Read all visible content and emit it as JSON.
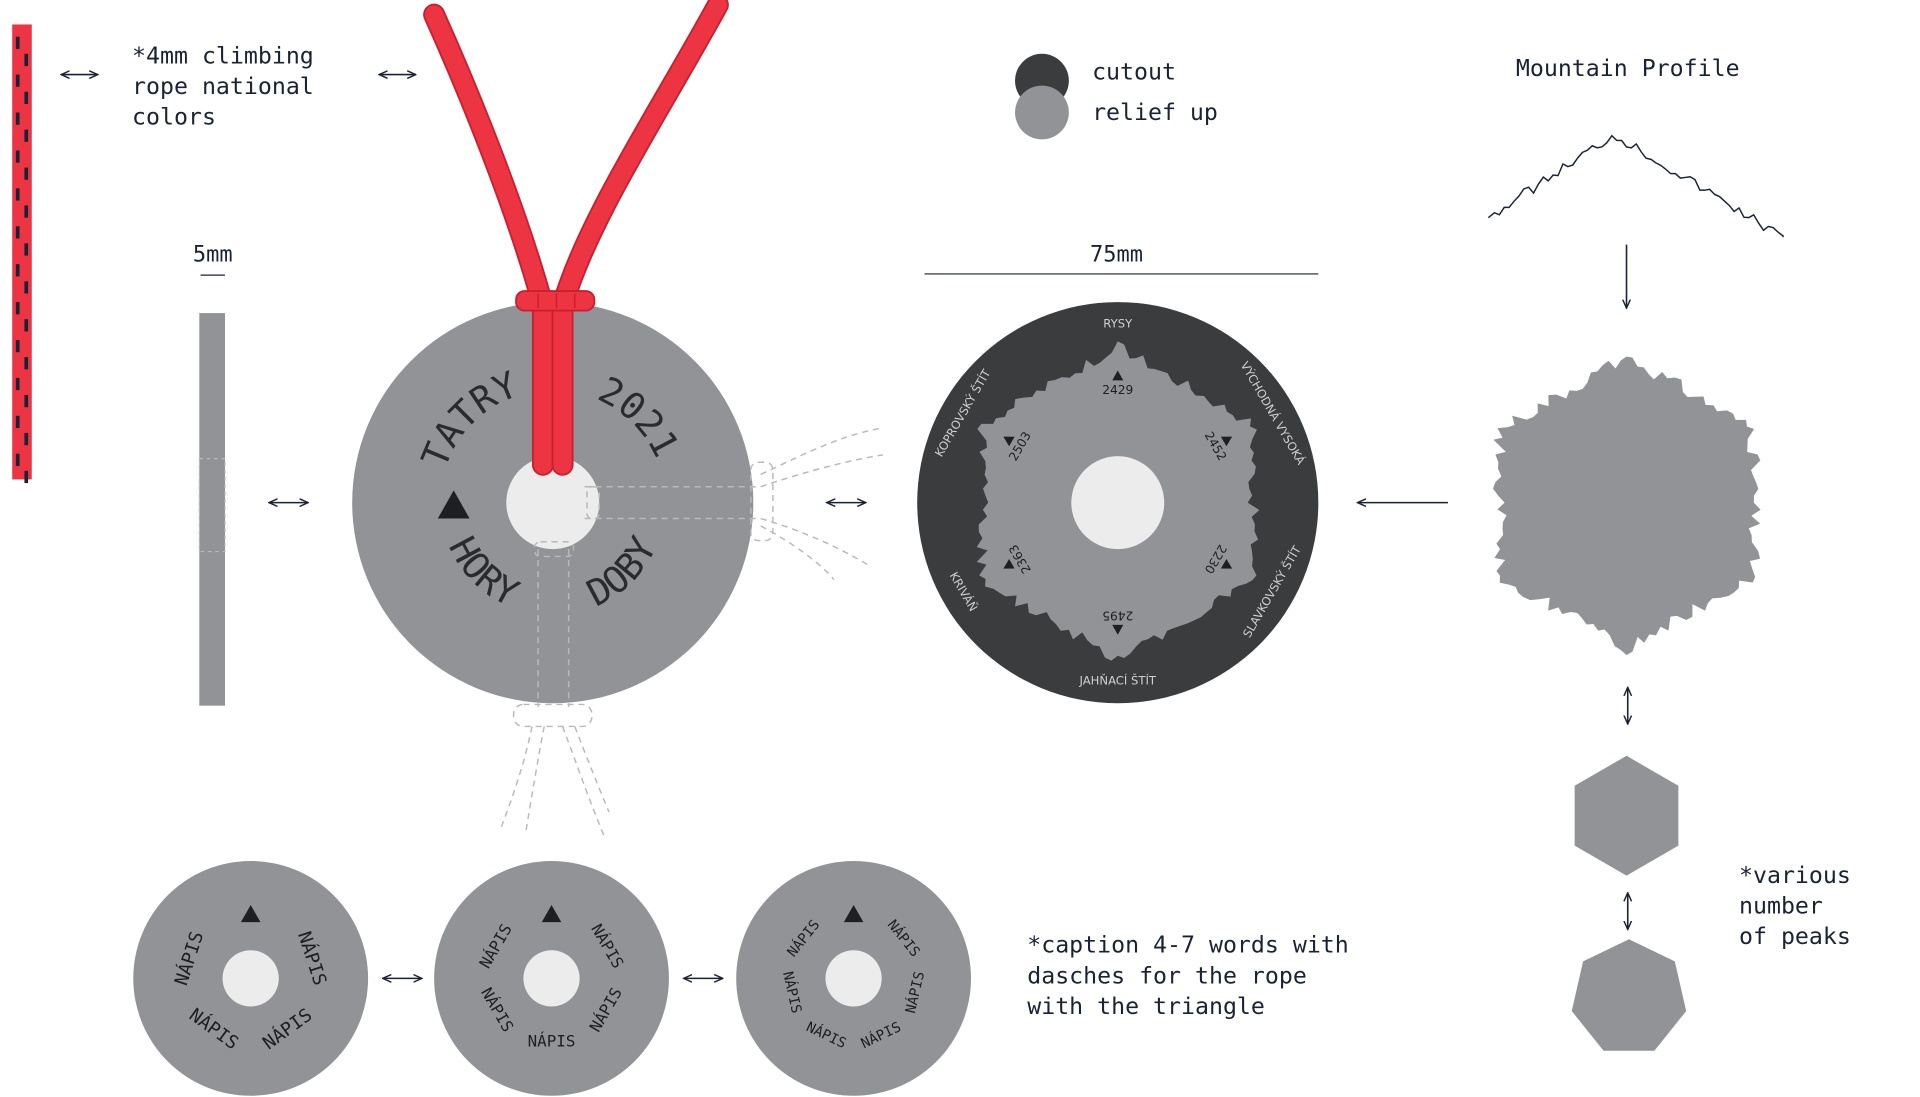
{
  "colors": {
    "rope": "#ec3443",
    "rope_stroke": "#c91f2e",
    "disc": "#929396",
    "dark_disc": "#3b3c3e",
    "hole": "#ececec",
    "ink": "#1a2236",
    "dash": "#b9b9b9"
  },
  "rope_note": "*4mm climbing\nrope national\ncolors",
  "legend": {
    "cutout": "cutout",
    "relief": "relief up"
  },
  "profile_title": "Mountain Profile",
  "dimensions": {
    "thickness": "5mm",
    "diameter": "75mm"
  },
  "main_disc": {
    "words": [
      "TATRY",
      "2021",
      "DOBY",
      "HORY"
    ],
    "icon": "triangle-icon"
  },
  "peaks": [
    {
      "name": "RYSY",
      "height": "2429"
    },
    {
      "name": "VÝCHODNÁ VYSOKÁ",
      "height": "2452"
    },
    {
      "name": "SLAVKOVSKÝ ŠTÍT",
      "height": "2230"
    },
    {
      "name": "JAHŇACÍ ŠTÍT",
      "height": "2495"
    },
    {
      "name": "KRIVÁŇ",
      "height": "2363"
    },
    {
      "name": "KOPROVSKÝ ŠTÍT",
      "height": "2503"
    }
  ],
  "caption_word": "NÁPIS",
  "caption_note": "*caption 4-7 words with\ndasches for the rope\nwith the triangle",
  "peaks_note": "*various\nnumber\nof peaks"
}
